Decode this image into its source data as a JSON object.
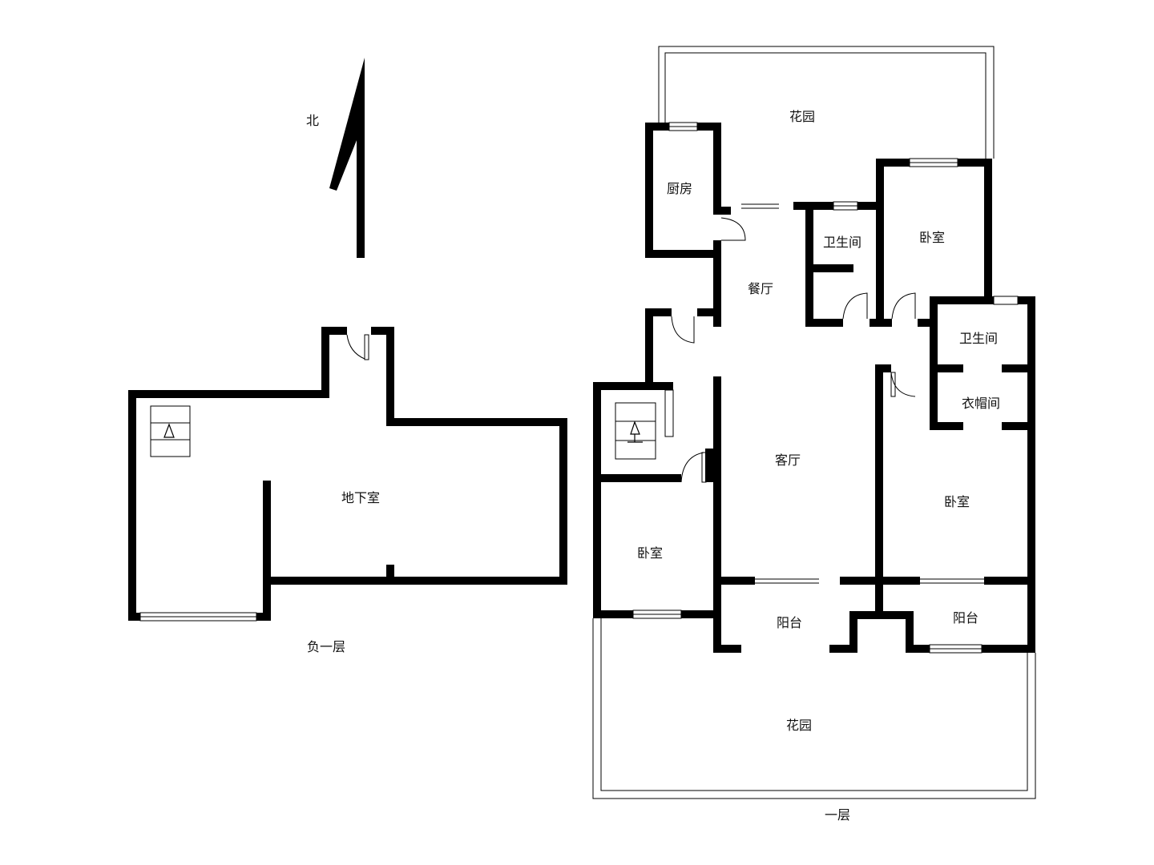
{
  "compass": {
    "north_label": "北"
  },
  "basement": {
    "floor_label": "负一层",
    "rooms": [
      {
        "name": "地下室"
      }
    ]
  },
  "first_floor": {
    "floor_label": "一层",
    "rooms": [
      {
        "name": "花园"
      },
      {
        "name": "厨房"
      },
      {
        "name": "卫生间"
      },
      {
        "name": "卧室"
      },
      {
        "name": "餐厅"
      },
      {
        "name": "卫生间"
      },
      {
        "name": "衣帽间"
      },
      {
        "name": "客厅"
      },
      {
        "name": "卧室"
      },
      {
        "name": "卧室"
      },
      {
        "name": "阳台"
      },
      {
        "name": "阳台"
      },
      {
        "name": "花园"
      }
    ]
  },
  "colors": {
    "wall": "#000000",
    "background": "#ffffff"
  }
}
